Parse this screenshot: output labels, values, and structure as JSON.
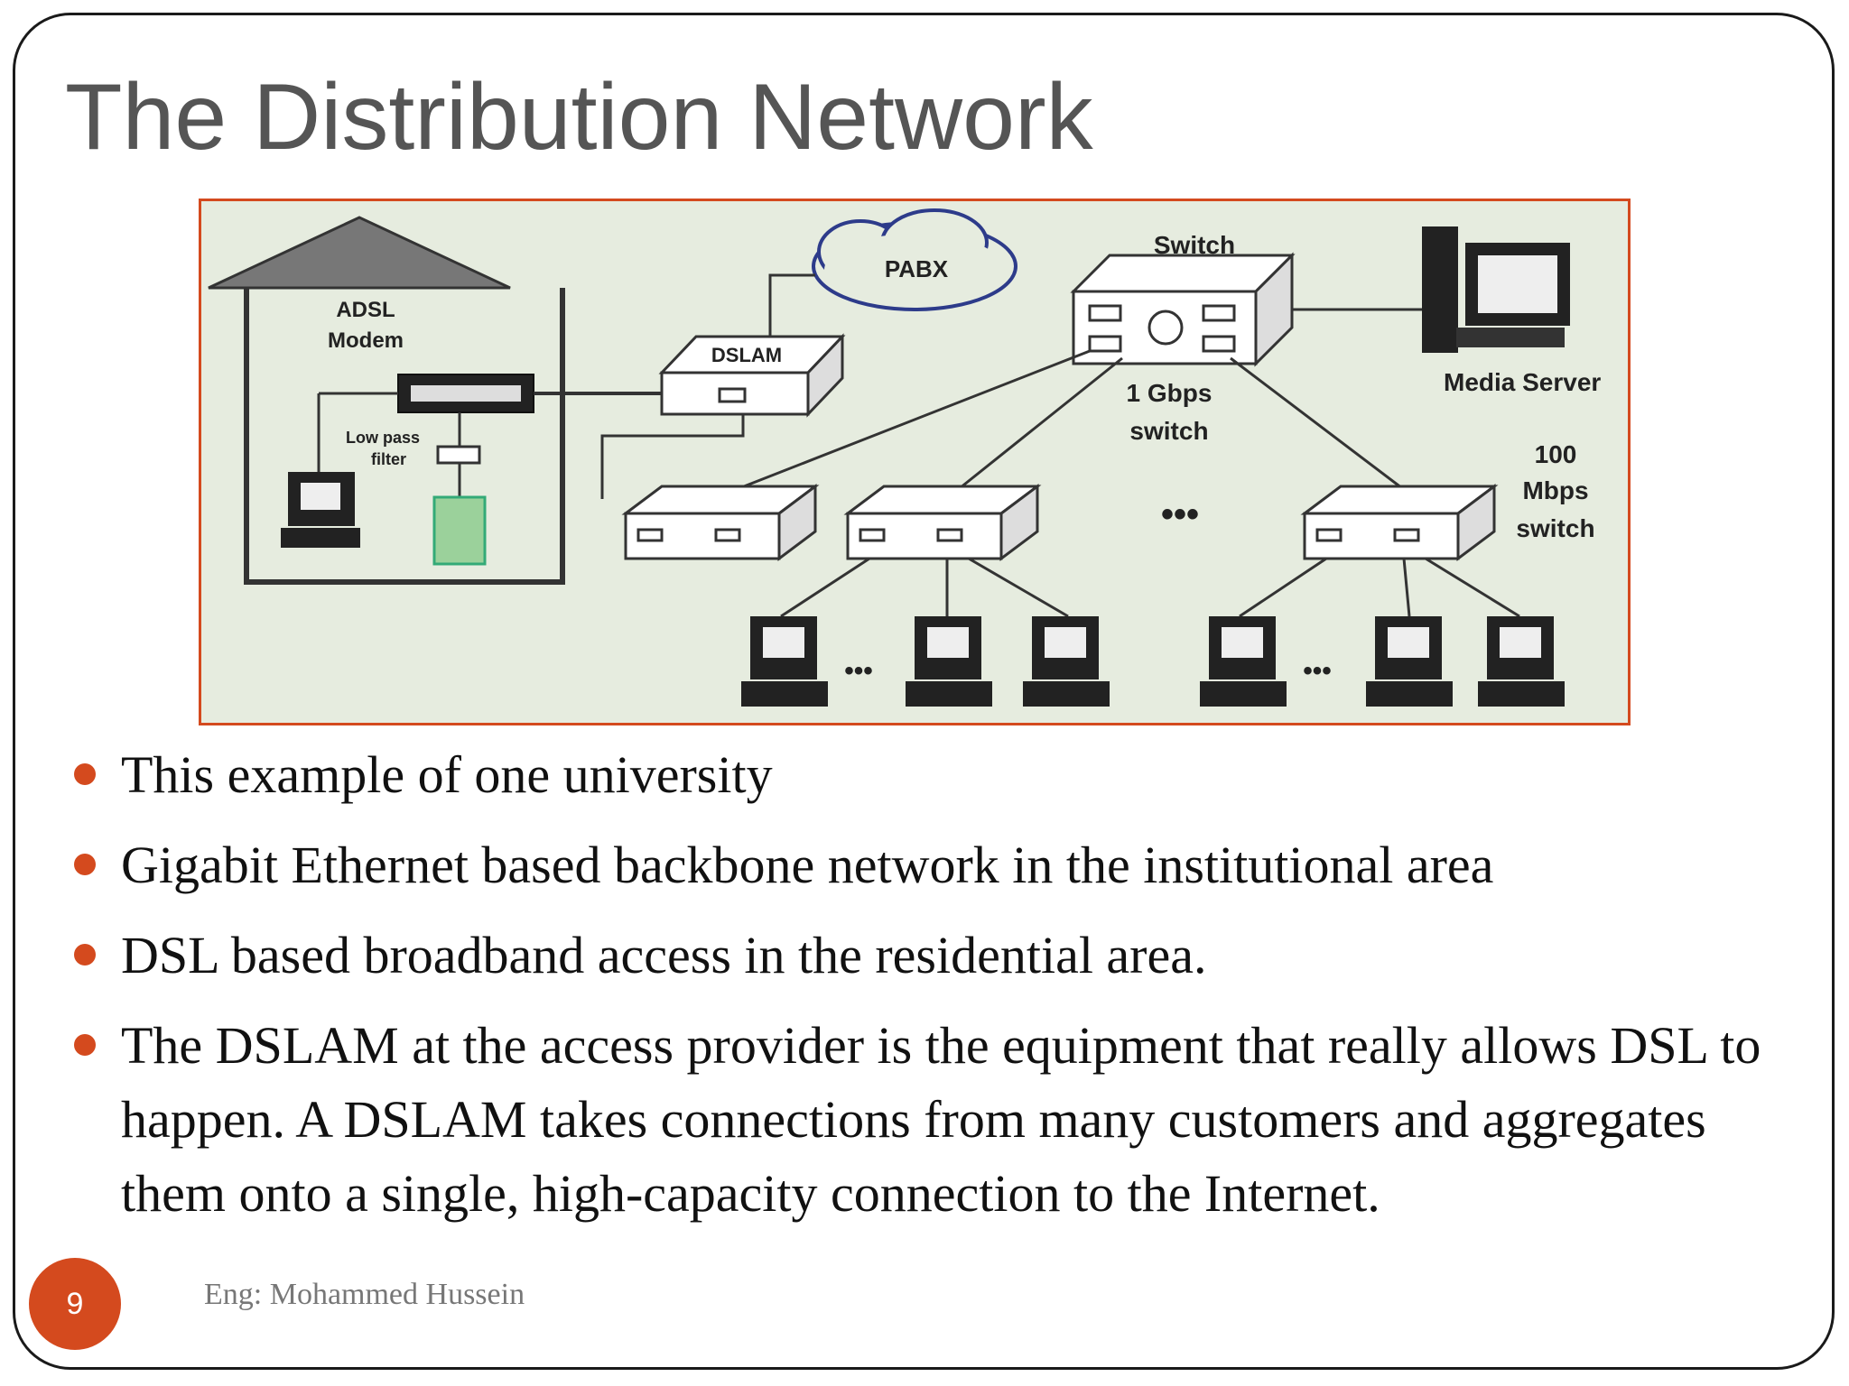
{
  "slide": {
    "title": "The Distribution Network",
    "page_number": "9",
    "footer": "Eng: Mohammed Hussein"
  },
  "diagram": {
    "labels": {
      "pabx": "PABX",
      "switch": "Switch",
      "adsl_modem_line1": "ADSL",
      "adsl_modem_line2": "Modem",
      "dslam": "DSLAM",
      "low_pass_line1": "Low pass",
      "low_pass_line2": "filter",
      "gbps_line1": "1 Gbps",
      "gbps_line2": "switch",
      "media_server": "Media Server",
      "mbps_line1": "100",
      "mbps_line2": "Mbps",
      "mbps_line3": "switch",
      "ellipsis": "•••"
    }
  },
  "bullets": [
    "This example of one university",
    "Gigabit Ethernet based backbone network in the institutional area",
    "DSL based broadband access in the residential area.",
    "The DSLAM at the access provider is the equipment that really allows DSL to happen. A DSLAM takes connections from many customers and aggregates them onto a single, high-capacity connection to the Internet."
  ],
  "colors": {
    "accent": "#d44a1e",
    "title": "#555555",
    "diagram_bg": "#e6ecdf"
  }
}
